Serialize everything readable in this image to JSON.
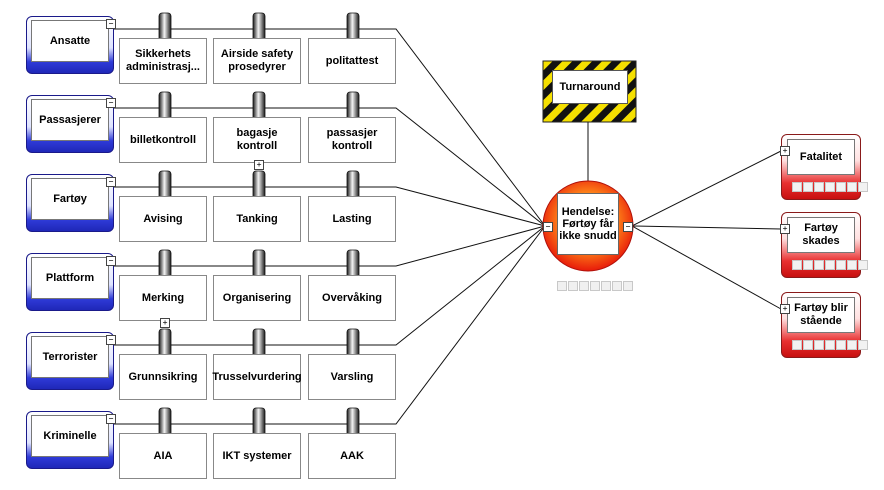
{
  "hazard": {
    "label": "Turnaround"
  },
  "top_event": {
    "label": "Hendelse: Førtøy får ikke snudd"
  },
  "threats": [
    {
      "label": "Ansatte",
      "barriers": [
        "Sikkerhets administrasj...",
        "Airside safety prosedyrer",
        "politattest"
      ]
    },
    {
      "label": "Passasjerer",
      "barriers": [
        "billetkontroll",
        "bagasje kontroll",
        "passasjer kontroll"
      ]
    },
    {
      "label": "Fartøy",
      "barriers": [
        "Avising",
        "Tanking",
        "Lasting"
      ]
    },
    {
      "label": "Plattform",
      "barriers": [
        "Merking",
        "Organisering",
        "Overvåking"
      ]
    },
    {
      "label": "Terrorister",
      "barriers": [
        "Grunnsikring",
        "Trusselvurdering",
        "Varsling"
      ]
    },
    {
      "label": "Kriminelle",
      "barriers": [
        "AIA",
        "IKT systemer",
        "AAK"
      ]
    }
  ],
  "consequences": [
    {
      "label": "Fatalitet"
    },
    {
      "label": "Fartøy skades"
    },
    {
      "label": "Fartøy blir stående"
    }
  ],
  "toggles": {
    "collapse": "−",
    "expand": "+"
  }
}
